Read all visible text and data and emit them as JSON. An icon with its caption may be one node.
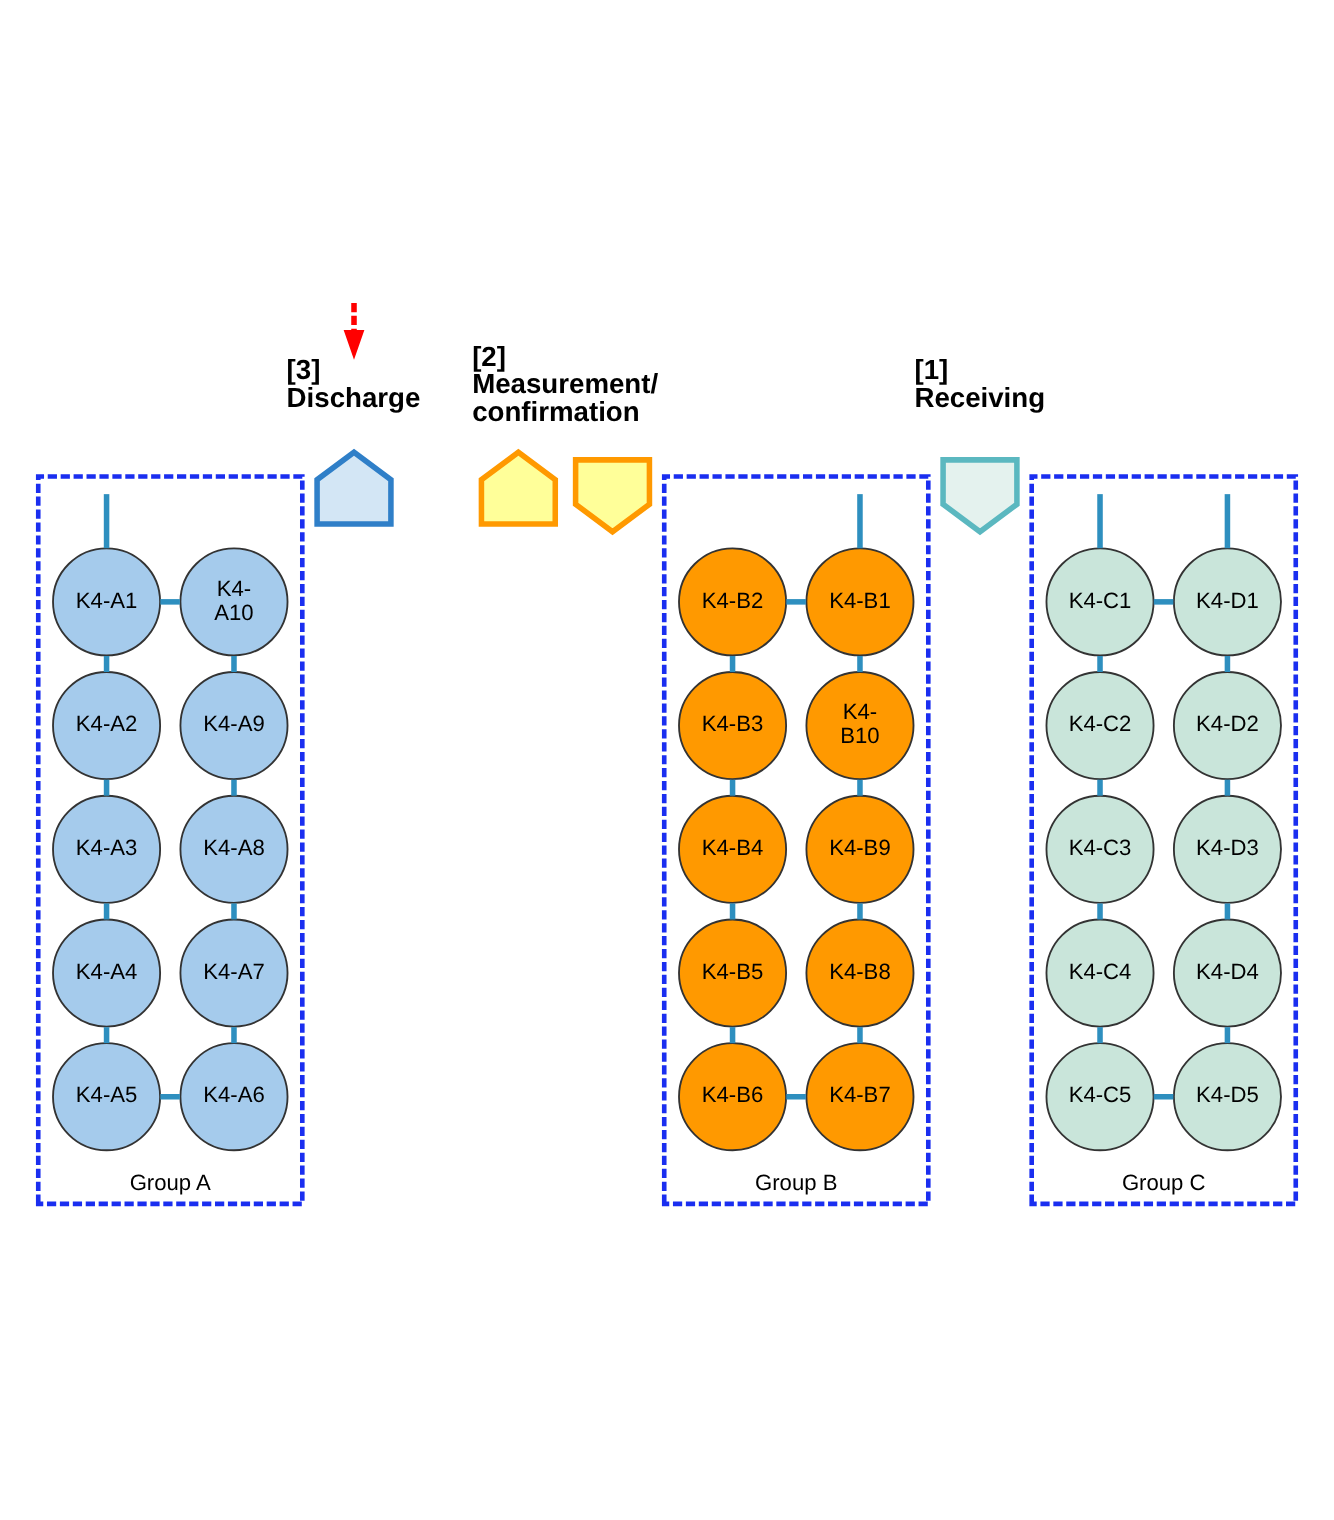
{
  "diagram": {
    "nodes": [
      {
        "text": [
          "[3] Discharge"
        ]
      },
      {
        "text": [
          "[2] Measurement/ confirmation"
        ]
      },
      {
        "text": [
          "[1] Receiving"
        ]
      },
      {
        "text": [],
        "shape": "arrow"
      },
      {
        "text": [],
        "shape": "arrow"
      },
      {
        "text": [],
        "shape": "arrow"
      },
      {
        "text": [],
        "shape": "arrow"
      },
      {
        "text": [
          "Group A"
        ]
      },
      {
        "text": [
          "K4-A1"
        ],
        "in": 7
      },
      {
        "text": [
          "K4-A2"
        ],
        "in": 7
      },
      {
        "text": [
          "K4-A3"
        ],
        "in": 7
      },
      {
        "text": [
          "K4-A4"
        ],
        "in": 7
      },
      {
        "text": [
          "K4-A5"
        ],
        "in": 7
      },
      {
        "text": [
          "K4-A6"
        ],
        "in": 7
      },
      {
        "text": [
          "K4-A7"
        ],
        "in": 7
      },
      {
        "text": [
          "K4-A8"
        ],
        "in": 7
      },
      {
        "text": [
          "K4-A9"
        ],
        "in": 7
      },
      {
        "text": [
          "K4-A10"
        ],
        "in": 7
      },
      {
        "text": [
          "Group B"
        ]
      },
      {
        "text": [
          "K4-B1"
        ],
        "in": 18
      },
      {
        "text": [
          "K4-B2"
        ],
        "in": 18
      },
      {
        "text": [
          "K4-B3"
        ],
        "in": 18
      },
      {
        "text": [
          "K4-B4"
        ],
        "in": 18
      },
      {
        "text": [
          "K4-B5"
        ],
        "in": 18
      },
      {
        "text": [
          "K4-B6"
        ],
        "in": 18
      },
      {
        "text": [
          "K4-B7"
        ],
        "in": 18
      },
      {
        "text": [
          "K4-B8"
        ],
        "in": 18
      },
      {
        "text": [
          "K4-B9"
        ],
        "in": 18
      },
      {
        "text": [
          "K4-B10"
        ],
        "in": 18
      },
      {
        "text": [
          "Group C"
        ]
      },
      {
        "text": [
          "K4-C1"
        ],
        "in": 29
      },
      {
        "text": [
          "K4-C2"
        ],
        "in": 29
      },
      {
        "text": [
          "K4-C3"
        ],
        "in": 29
      },
      {
        "text": [
          "K4-C4"
        ],
        "in": 29
      },
      {
        "text": [
          "K4-C5"
        ],
        "in": 29
      },
      {
        "text": [
          "K4-D1"
        ],
        "in": 29
      },
      {
        "text": [
          "K4-D2"
        ],
        "in": 29
      },
      {
        "text": [
          "K4-D3"
        ],
        "in": 29
      },
      {
        "text": [
          "K4-D4"
        ],
        "in": 29
      },
      {
        "text": [
          "K4-D5"
        ],
        "in": 29
      }
    ],
    "edges": [
      {
        "from": null,
        "to": 0,
        "arrow": "to",
        "style": "dashed",
        "color": "#ff0000"
      },
      {
        "from": null,
        "to": 8,
        "arrow": "none"
      },
      {
        "from": 8,
        "to": 17,
        "arrow": "none"
      },
      {
        "from": 8,
        "to": 9,
        "arrow": "none"
      },
      {
        "from": 9,
        "to": 10,
        "arrow": "none"
      },
      {
        "from": 10,
        "to": 11,
        "arrow": "none"
      },
      {
        "from": 11,
        "to": 12,
        "arrow": "none"
      },
      {
        "from": 12,
        "to": 13,
        "arrow": "none"
      },
      {
        "from": 13,
        "to": 14,
        "arrow": "none"
      },
      {
        "from": 14,
        "to": 15,
        "arrow": "none"
      },
      {
        "from": 15,
        "to": 16,
        "arrow": "none"
      },
      {
        "from": 16,
        "to": 17,
        "arrow": "none"
      },
      {
        "from": null,
        "to": 19,
        "arrow": "none"
      },
      {
        "from": 19,
        "to": 20,
        "arrow": "none"
      },
      {
        "from": 20,
        "to": 21,
        "arrow": "none"
      },
      {
        "from": 21,
        "to": 22,
        "arrow": "none"
      },
      {
        "from": 22,
        "to": 23,
        "arrow": "none"
      },
      {
        "from": 23,
        "to": 24,
        "arrow": "none"
      },
      {
        "from": 24,
        "to": 25,
        "arrow": "none"
      },
      {
        "from": 25,
        "to": 26,
        "arrow": "none"
      },
      {
        "from": 26,
        "to": 27,
        "arrow": "none"
      },
      {
        "from": 27,
        "to": 28,
        "arrow": "none"
      },
      {
        "from": 28,
        "to": 19,
        "arrow": "none"
      },
      {
        "from": null,
        "to": 30,
        "arrow": "none"
      },
      {
        "from": null,
        "to": 35,
        "arrow": "none"
      },
      {
        "from": 30,
        "to": 35,
        "arrow": "none"
      },
      {
        "from": 30,
        "to": 31,
        "arrow": "none"
      },
      {
        "from": 31,
        "to": 32,
        "arrow": "none"
      },
      {
        "from": 32,
        "to": 33,
        "arrow": "none"
      },
      {
        "from": 33,
        "to": 34,
        "arrow": "none"
      },
      {
        "from": 34,
        "to": 39,
        "arrow": "none"
      },
      {
        "from": 39,
        "to": 38,
        "arrow": "none"
      },
      {
        "from": 38,
        "to": 37,
        "arrow": "none"
      },
      {
        "from": 37,
        "to": 36,
        "arrow": "none"
      },
      {
        "from": 36,
        "to": 35,
        "arrow": "none"
      }
    ]
  }
}
